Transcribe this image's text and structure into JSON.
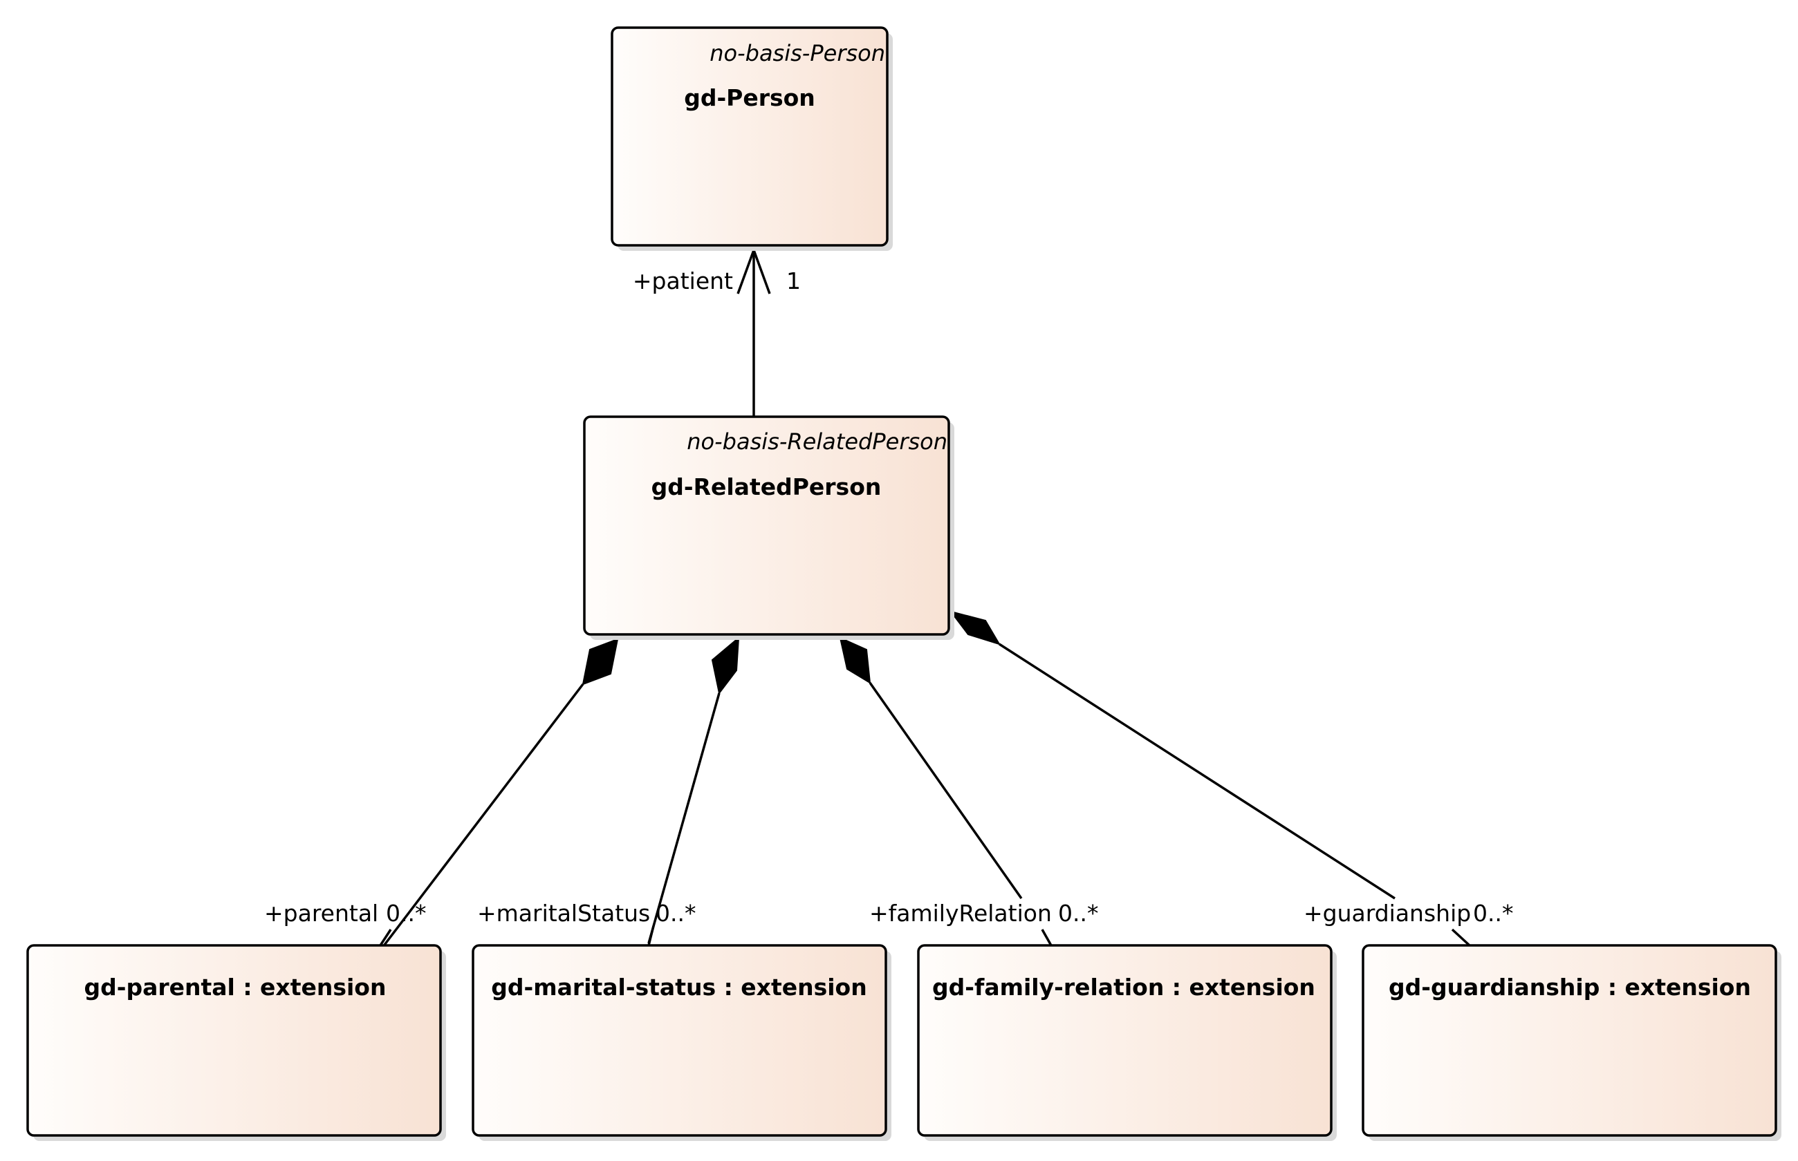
{
  "classes": {
    "person": {
      "stereotype": "no-basis-Person",
      "name": "gd-Person"
    },
    "related_person": {
      "stereotype": "no-basis-RelatedPerson",
      "name": "gd-RelatedPerson"
    },
    "parental": {
      "name": "gd-parental : extension"
    },
    "marital_status": {
      "name": "gd-marital-status : extension"
    },
    "family_relation": {
      "name": "gd-family-relation : extension"
    },
    "guardianship": {
      "name": "gd-guardianship : extension"
    }
  },
  "associations": {
    "patient": {
      "role": "+patient",
      "multiplicity": "1"
    },
    "parental": {
      "role": "+parental",
      "multiplicity": "0..*"
    },
    "marital_status": {
      "role": "+maritalStatus",
      "multiplicity": "0..*"
    },
    "family_relation": {
      "role": "+familyRelation",
      "multiplicity": "0..*"
    },
    "guardianship": {
      "role": "+guardianship",
      "multiplicity": "0..*"
    }
  },
  "colors": {
    "box_fill_start": "#fffdfb",
    "box_fill_end": "#f8e2d4",
    "line": "#000000"
  }
}
